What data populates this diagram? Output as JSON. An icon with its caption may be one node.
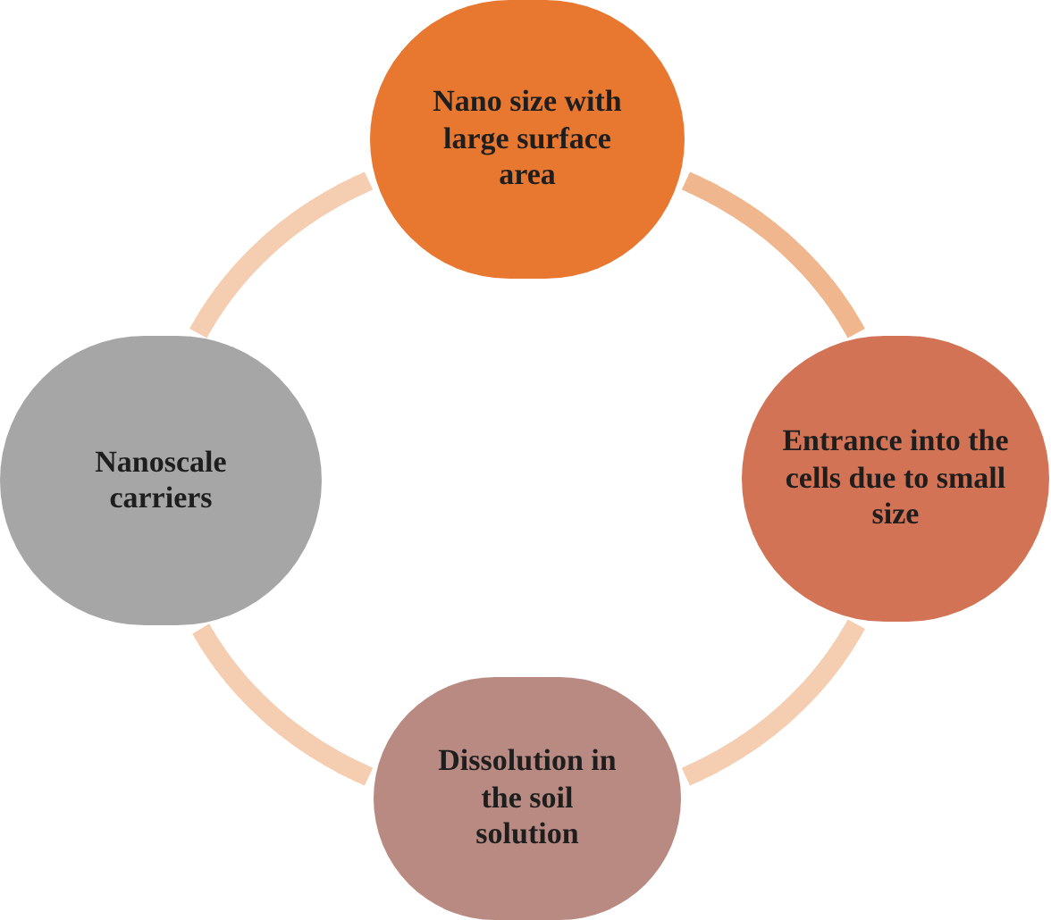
{
  "diagram": {
    "nodes": [
      {
        "text": [
          "Nano size with large surface area"
        ]
      },
      {
        "text": [
          "Entrance into the cells due to small size"
        ]
      },
      {
        "text": [
          "Dissolution in the soil solution"
        ]
      },
      {
        "text": [
          "Nanoscale carriers"
        ]
      }
    ],
    "edges": [
      {
        "from": 0,
        "to": 1,
        "arrow": "none",
        "color": "#f0b78e"
      },
      {
        "from": 1,
        "to": 2,
        "arrow": "none"
      },
      {
        "from": 2,
        "to": 3,
        "arrow": "none"
      },
      {
        "from": 3,
        "to": 0,
        "arrow": "none"
      }
    ]
  }
}
